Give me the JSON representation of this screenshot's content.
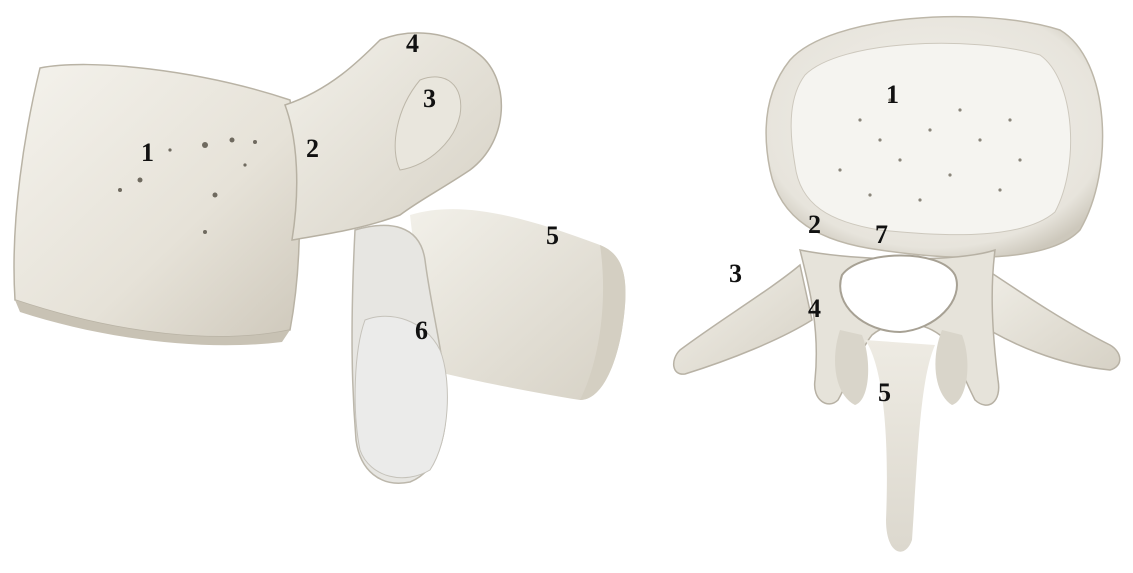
{
  "colors": {
    "background": "#ffffff",
    "bone_light": "#f1efe8",
    "bone_mid": "#e2ded3",
    "bone_shadow": "#c9c4b6",
    "bone_dark": "#a9a396",
    "label_text": "#111111"
  },
  "lateral_view": {
    "labels": {
      "l1": "1",
      "l2": "2",
      "l3": "3",
      "l4": "4",
      "l5": "5",
      "l6": "6"
    }
  },
  "superior_view": {
    "labels": {
      "l1": "1",
      "l2": "2",
      "l3": "3",
      "l4": "4",
      "l5": "5",
      "l7": "7"
    }
  }
}
